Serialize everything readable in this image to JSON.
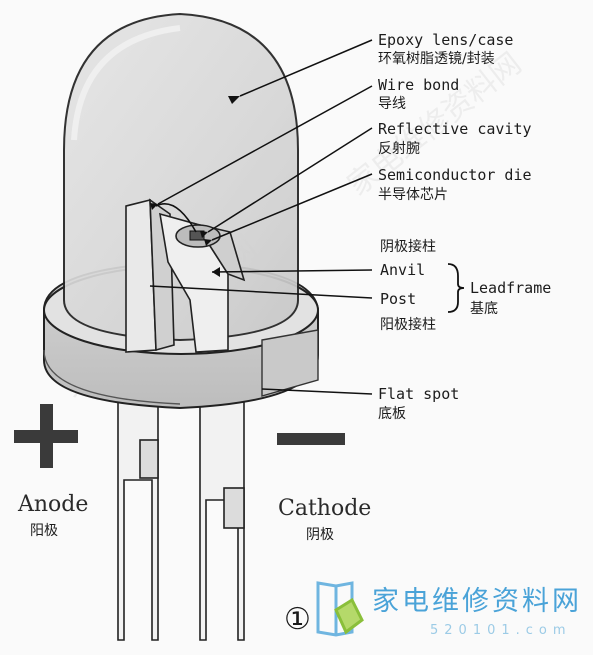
{
  "labels": {
    "epoxy_en": "Epoxy lens/case",
    "epoxy_cn": "环氧树脂透镜/封装",
    "wire_en": "Wire bond",
    "wire_cn": "导线",
    "reflective_en": "Reflective cavity",
    "reflective_cn": "反射腕",
    "die_en": "Semiconductor die",
    "die_cn": "半导体芯片",
    "anvil_cn": "阴极接柱",
    "anvil_en": "Anvil",
    "post_en": "Post",
    "post_cn": "阳极接柱",
    "leadframe_en": "Leadframe",
    "leadframe_cn": "基底",
    "flat_en": "Flat spot",
    "flat_cn": "底板",
    "anode_en": "Anode",
    "anode_cn": "阳极",
    "cathode_en": "Cathode",
    "cathode_cn": "阴极",
    "plus": "+",
    "minus": "−",
    "figure_number": "①"
  },
  "watermark": {
    "site_cn": "家电维修资料网",
    "site_url": "520101.com",
    "bg_text": "家电维修资料网"
  }
}
